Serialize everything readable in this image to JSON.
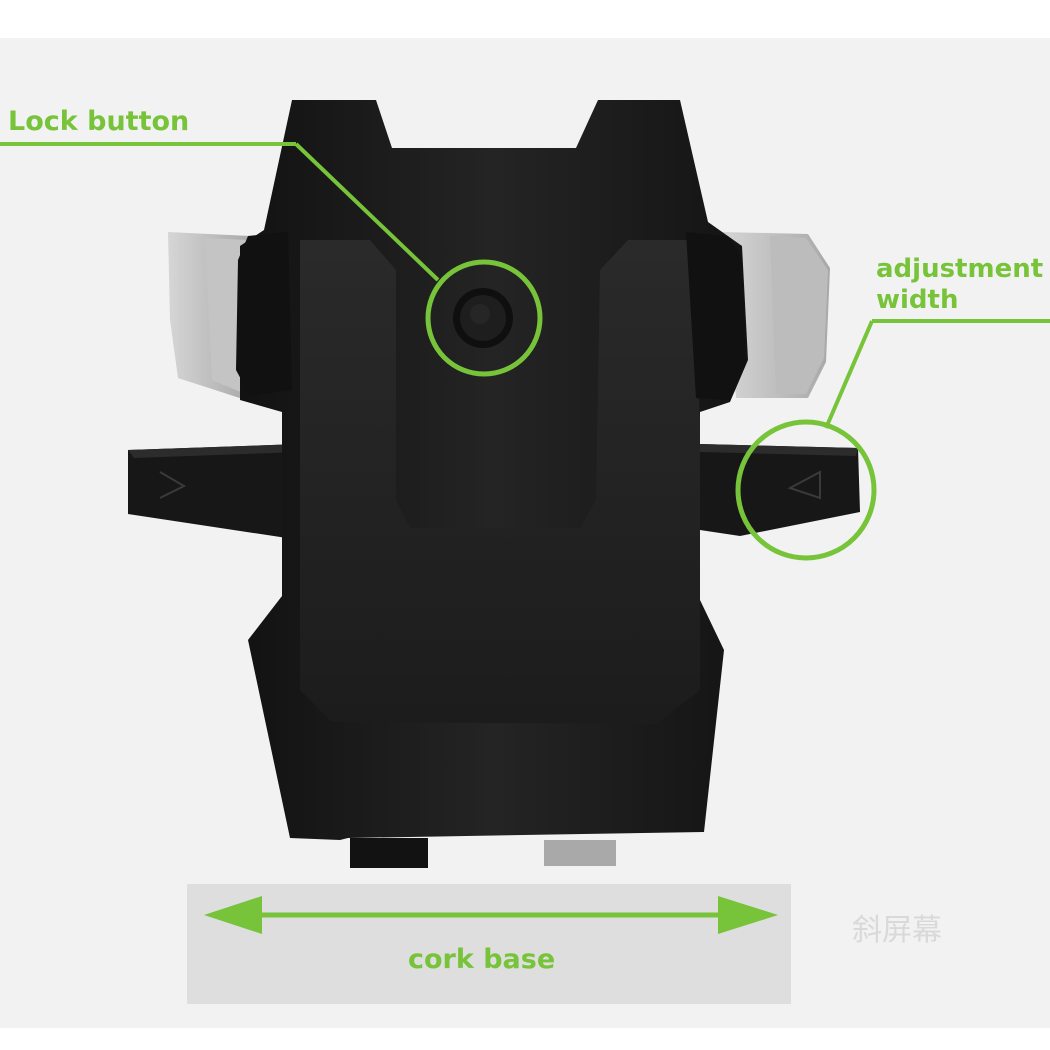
{
  "colors": {
    "background": "#f2f2f2",
    "accent_green": "#77c339",
    "holder_body": "#1d1d1d",
    "holder_edge": "#2c2c2c",
    "clamp_gray": "#b9b9b9",
    "base_panel": "#dedede",
    "watermark": "#9a9a9a"
  },
  "labels": {
    "lock_button": "Lock button",
    "adjustment_width_line1": "adjustment",
    "adjustment_width_line2": "width",
    "cork_base": "cork base"
  },
  "watermark": {
    "text": "斜屏幕"
  },
  "icons": {
    "left_arm_marker": "triangle-right-icon",
    "right_arm_marker": "triangle-left-icon",
    "base_arrow": "double-arrow-icon"
  }
}
